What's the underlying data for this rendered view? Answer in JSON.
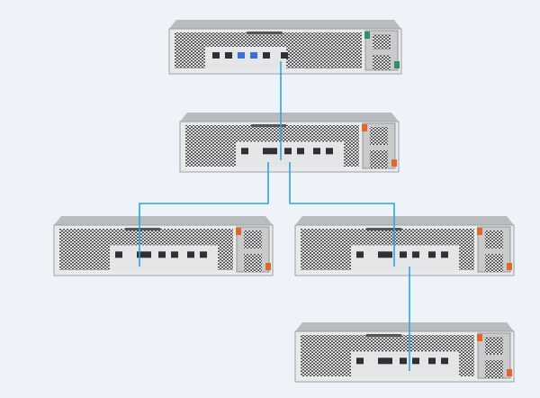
{
  "diagram": {
    "nodes": [
      {
        "id": "nas-head",
        "kind": "nas"
      },
      {
        "id": "expansion-1",
        "kind": "expansion"
      },
      {
        "id": "expansion-2",
        "kind": "expansion"
      },
      {
        "id": "expansion-3",
        "kind": "expansion"
      },
      {
        "id": "expansion-4",
        "kind": "expansion"
      }
    ],
    "edges": [
      {
        "from": "nas-head",
        "to": "expansion-1"
      },
      {
        "from": "expansion-1",
        "to": "expansion-2"
      },
      {
        "from": "expansion-1",
        "to": "expansion-3"
      },
      {
        "from": "expansion-3",
        "to": "expansion-4"
      }
    ],
    "colors": {
      "background": "#eef3f9",
      "cable": "#2ba6e1",
      "chassis": "#d9dbdc",
      "panel": "#e8e9ea",
      "mesh": "#3a3d40",
      "psu_latch_head": "#2f8f6a",
      "psu_latch_expansion": "#e0662a"
    }
  }
}
